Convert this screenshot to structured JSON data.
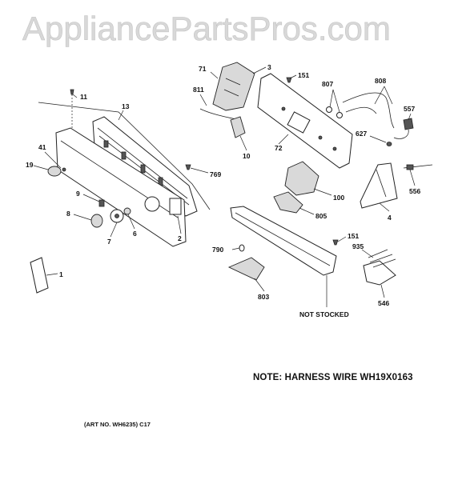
{
  "watermark": "AppliancePartsPros.com",
  "note": "NOTE: HARNESS WIRE WH19X0163",
  "art_number": "(ART NO. WH6235) C17",
  "callouts": [
    {
      "id": "c-71",
      "text": "71"
    },
    {
      "id": "c-3",
      "text": "3"
    },
    {
      "id": "c-151a",
      "text": "151"
    },
    {
      "id": "c-807",
      "text": "807"
    },
    {
      "id": "c-808",
      "text": "808"
    },
    {
      "id": "c-811",
      "text": "811"
    },
    {
      "id": "c-557",
      "text": "557"
    },
    {
      "id": "c-11",
      "text": "11"
    },
    {
      "id": "c-13",
      "text": "13"
    },
    {
      "id": "c-627",
      "text": "627"
    },
    {
      "id": "c-72",
      "text": "72"
    },
    {
      "id": "c-10",
      "text": "10"
    },
    {
      "id": "c-41",
      "text": "41"
    },
    {
      "id": "c-19",
      "text": "19"
    },
    {
      "id": "c-769",
      "text": "769"
    },
    {
      "id": "c-556",
      "text": "556"
    },
    {
      "id": "c-100",
      "text": "100"
    },
    {
      "id": "c-9",
      "text": "9"
    },
    {
      "id": "c-805",
      "text": "805"
    },
    {
      "id": "c-8",
      "text": "8"
    },
    {
      "id": "c-4",
      "text": "4"
    },
    {
      "id": "c-6",
      "text": "6"
    },
    {
      "id": "c-2",
      "text": "2"
    },
    {
      "id": "c-7",
      "text": "7"
    },
    {
      "id": "c-151b",
      "text": "151"
    },
    {
      "id": "c-790",
      "text": "790"
    },
    {
      "id": "c-935",
      "text": "935"
    },
    {
      "id": "c-1",
      "text": "1"
    },
    {
      "id": "c-803",
      "text": "803"
    },
    {
      "id": "c-546",
      "text": "546"
    },
    {
      "id": "c-not-stocked",
      "text": "NOT STOCKED"
    }
  ]
}
